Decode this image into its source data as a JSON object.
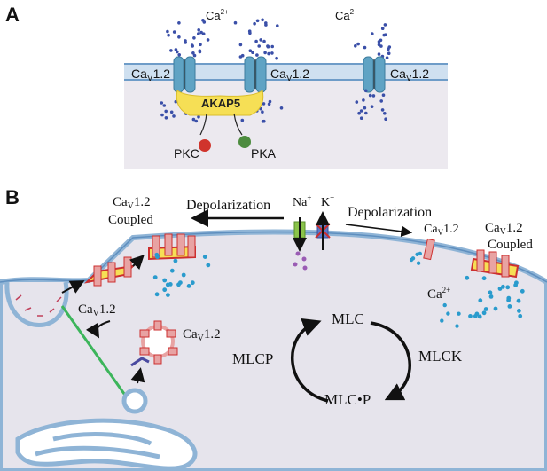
{
  "panel_a": {
    "letter": "A",
    "calcium_labels": [
      "Ca",
      "Ca"
    ],
    "calcium_charge": "2+",
    "channel_label_base": "Ca",
    "channel_label_sub": "V",
    "channel_label_suffix": "1.2",
    "scaffold_label": "AKAP5",
    "kinases": [
      {
        "label": "PKC",
        "color": "#d0342c"
      },
      {
        "label": "PKA",
        "color": "#4d8c3f"
      }
    ]
  },
  "panel_b": {
    "letter": "B",
    "coupled_label_line2": "Coupled",
    "depolarization_label": "Depolarization",
    "ion_na": "Na",
    "ion_k": "K",
    "ion_charge": "+",
    "calcium_label": "Ca",
    "calcium_charge": "2+",
    "cycle": {
      "top": "MLC",
      "bottom": "MLC•P",
      "right": "MLCK",
      "left": "MLCP"
    }
  },
  "colors": {
    "panel_a_background": "#ece9ef",
    "membrane": "#8fb4d6",
    "channel": "#5fa3c4",
    "akap": "#f6df55",
    "calcium_dot_a": "#3a4fa8",
    "calcium_dot_b": "#2a9bcd",
    "cell_fill": "#e6e4ec",
    "coupled_channel": "#e8a3a3",
    "coupled_outline": "#cc2f2f"
  }
}
